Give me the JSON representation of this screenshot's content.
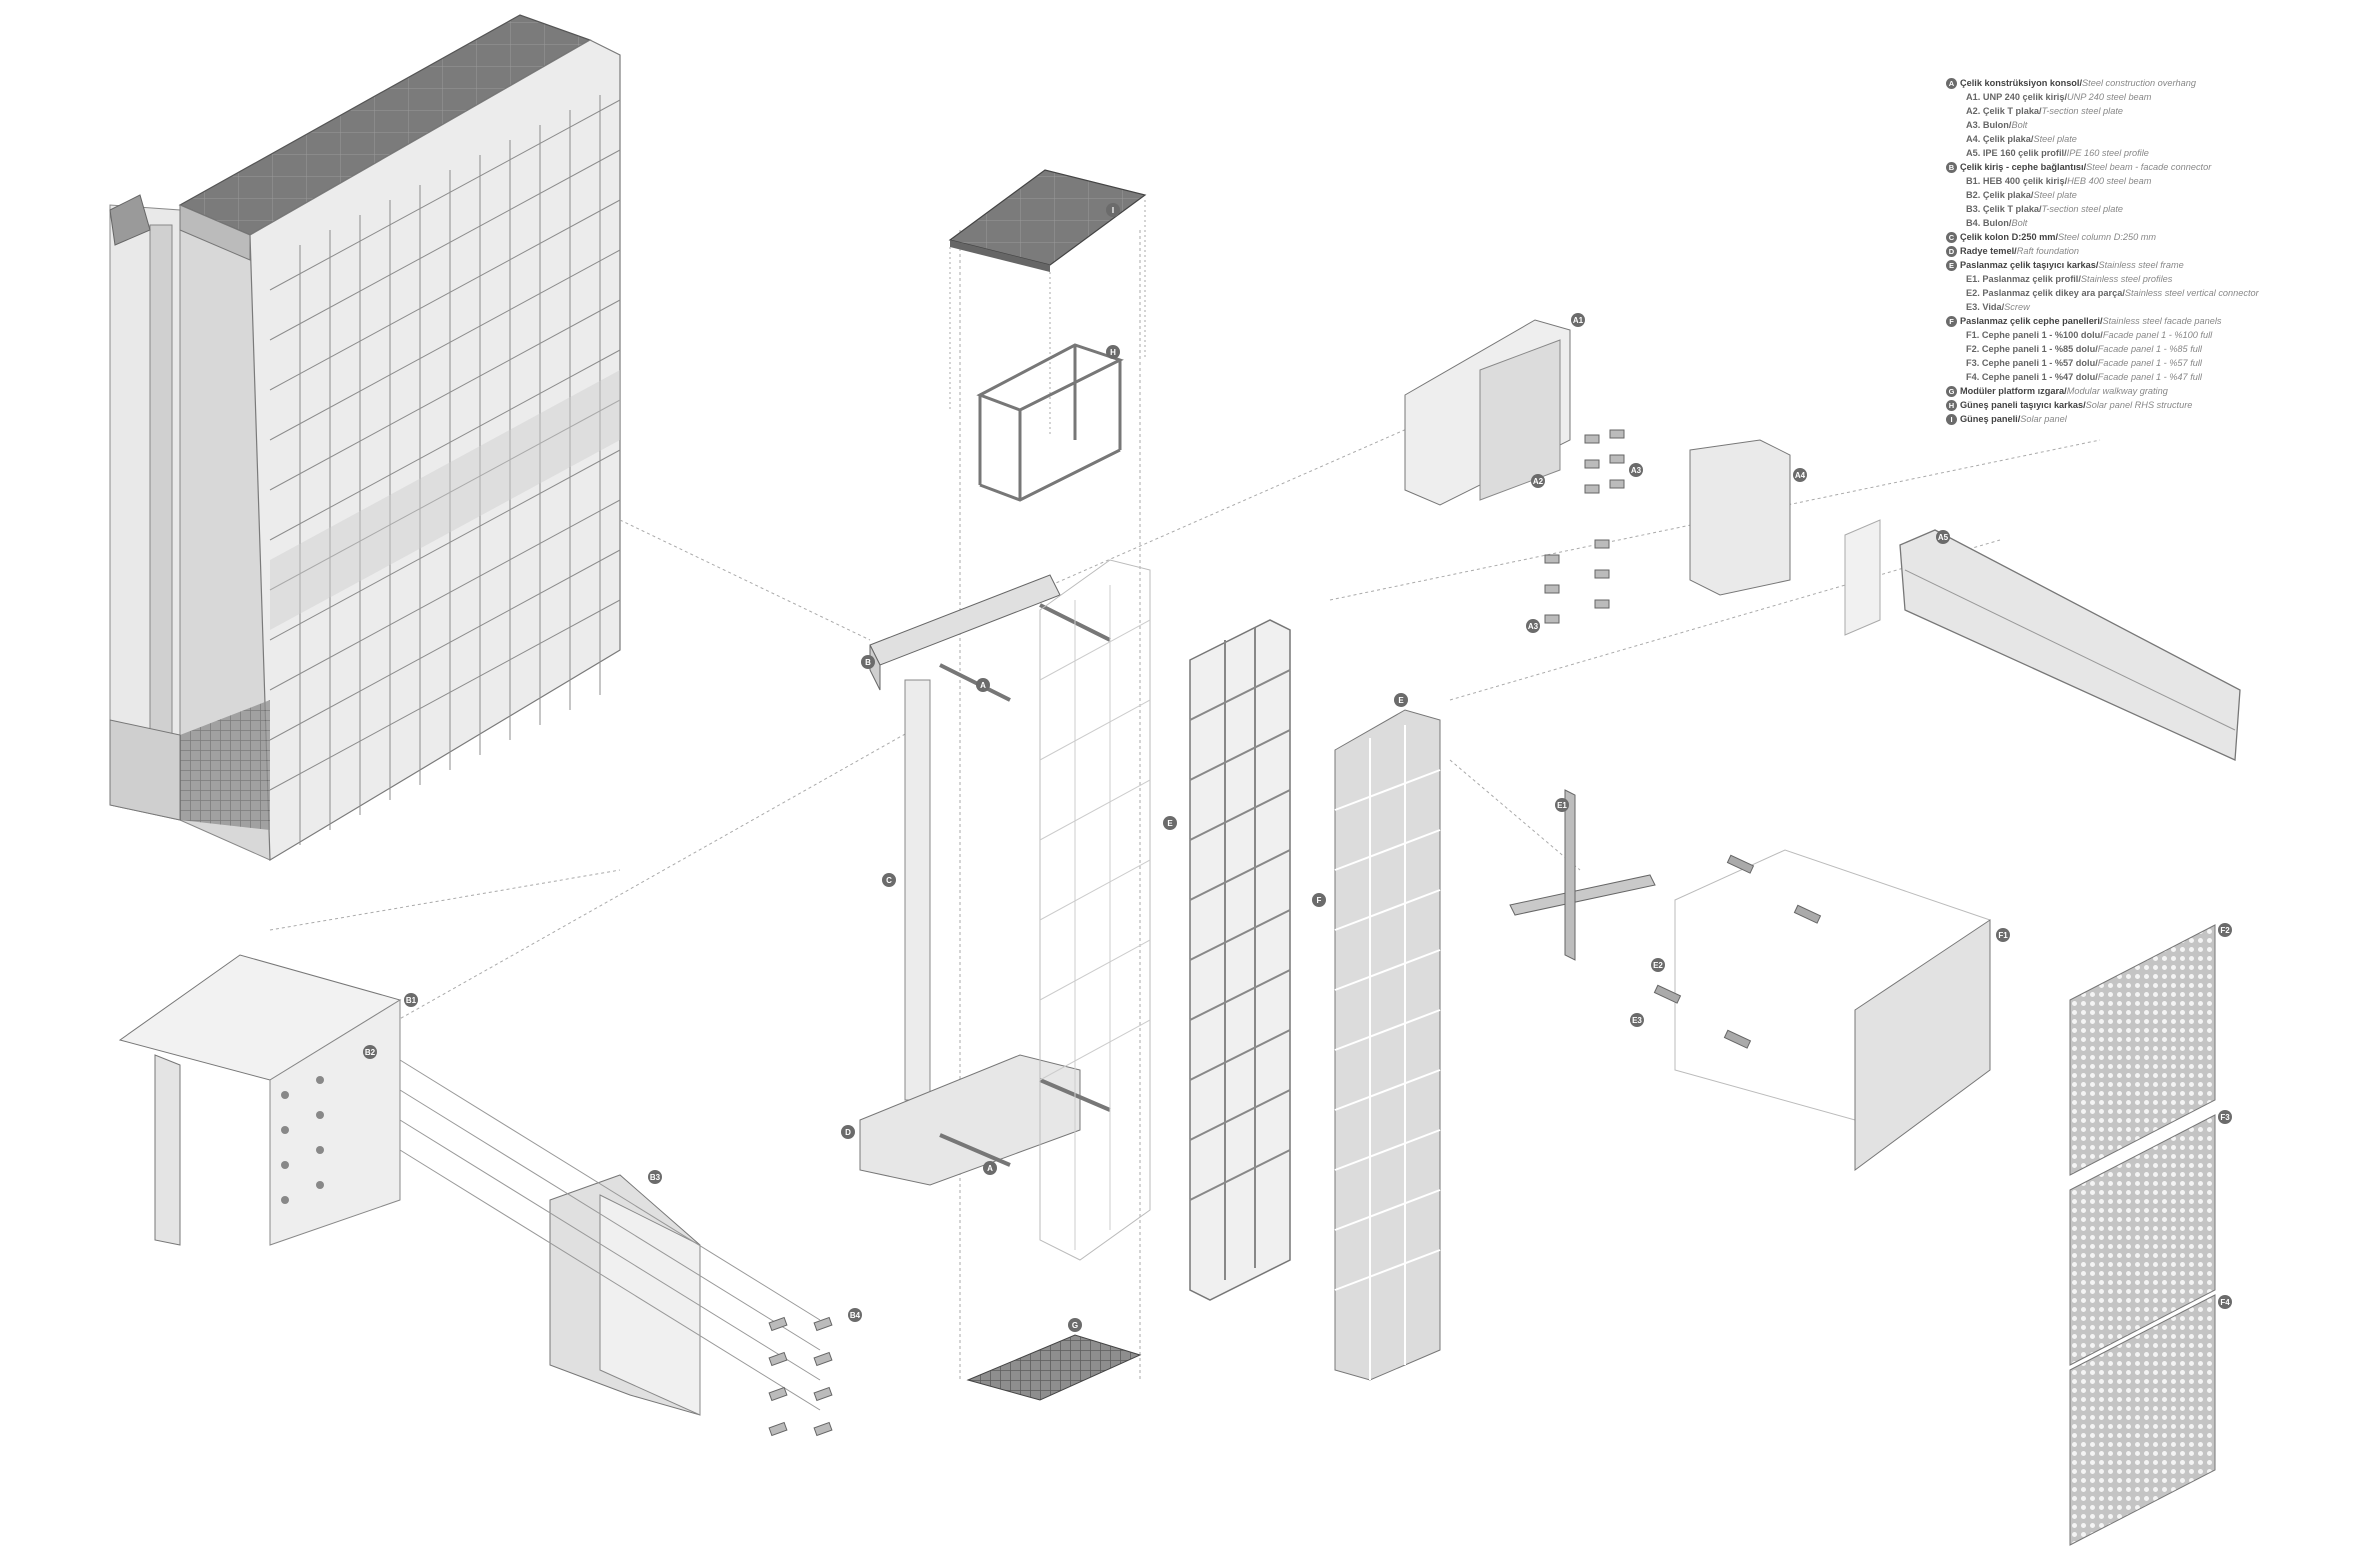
{
  "legend": [
    {
      "key": "A",
      "tr": "Çelik konstrüksiyon konsol",
      "en": "Steel construction overhang",
      "items": [
        {
          "key": "A1.",
          "tr": "UNP 240 çelik kiriş",
          "en": "UNP 240 steel beam"
        },
        {
          "key": "A2.",
          "tr": "Çelik T plaka",
          "en": "T-section steel plate"
        },
        {
          "key": "A3.",
          "tr": "Bulon",
          "en": "Bolt"
        },
        {
          "key": "A4.",
          "tr": "Çelik plaka",
          "en": "Steel plate"
        },
        {
          "key": "A5.",
          "tr": "IPE 160 çelik profil",
          "en": "IPE 160 steel profile"
        }
      ]
    },
    {
      "key": "B",
      "tr": "Çelik kiriş - cephe bağlantısı",
      "en": "Steel beam - facade connector",
      "items": [
        {
          "key": "B1.",
          "tr": "HEB 400 çelik kiriş",
          "en": "HEB 400 steel beam"
        },
        {
          "key": "B2.",
          "tr": "Çelik plaka",
          "en": "Steel plate"
        },
        {
          "key": "B3.",
          "tr": "Çelik T plaka",
          "en": "T-section steel plate"
        },
        {
          "key": "B4.",
          "tr": "Bulon",
          "en": "Bolt"
        }
      ]
    },
    {
      "key": "C",
      "tr": "Çelik kolon D:250 mm",
      "en": "Steel column D:250 mm",
      "items": []
    },
    {
      "key": "D",
      "tr": "Radye temel",
      "en": "Raft foundation",
      "items": []
    },
    {
      "key": "E",
      "tr": "Paslanmaz çelik taşıyıcı karkas",
      "en": "Stainless steel frame",
      "items": [
        {
          "key": "E1.",
          "tr": "Paslanmaz çelik profil",
          "en": "Stainless steel profiles"
        },
        {
          "key": "E2.",
          "tr": "Paslanmaz çelik dikey ara parça",
          "en": "Stainless steel vertical connector"
        },
        {
          "key": "E3.",
          "tr": "Vida",
          "en": "Screw"
        }
      ]
    },
    {
      "key": "F",
      "tr": "Paslanmaz çelik cephe panelleri",
      "en": "Stainless steel facade panels",
      "items": [
        {
          "key": "F1.",
          "tr": "Cephe paneli 1 - %100 dolu",
          "en": "Facade panel 1 - %100 full"
        },
        {
          "key": "F2.",
          "tr": "Cephe paneli 1 - %85 dolu",
          "en": "Facade panel 1 - %85 full"
        },
        {
          "key": "F3.",
          "tr": "Cephe paneli 1 - %57 dolu",
          "en": "Facade panel 1 - %57 full"
        },
        {
          "key": "F4.",
          "tr": "Cephe paneli 1 - %47 dolu",
          "en": "Facade panel 1 - %47 full"
        }
      ]
    },
    {
      "key": "G",
      "tr": "Modüler platform ızgara",
      "en": "Modular walkway grating",
      "items": []
    },
    {
      "key": "H",
      "tr": "Güneş paneli taşıyıcı karkas",
      "en": "Solar panel RHS structure",
      "items": []
    },
    {
      "key": "I",
      "tr": "Güneş paneli",
      "en": "Solar panel",
      "items": []
    }
  ],
  "callouts": {
    "i": "I",
    "h": "H",
    "b": "B",
    "a_top": "A",
    "a_bottom": "A",
    "c": "C",
    "d": "D",
    "e": "E",
    "e_panel": "E",
    "f": "F",
    "g": "G",
    "a1": "A1",
    "a2": "A2",
    "a3_top": "A3",
    "a3_bottom": "A3",
    "a4": "A4",
    "a5": "A5",
    "b1": "B1",
    "b2": "B2",
    "b3": "B3",
    "b4": "B4",
    "e1": "E1",
    "e2": "E2",
    "e3": "E3",
    "f1": "F1",
    "f2": "F2",
    "f3": "F3",
    "f4": "F4"
  }
}
